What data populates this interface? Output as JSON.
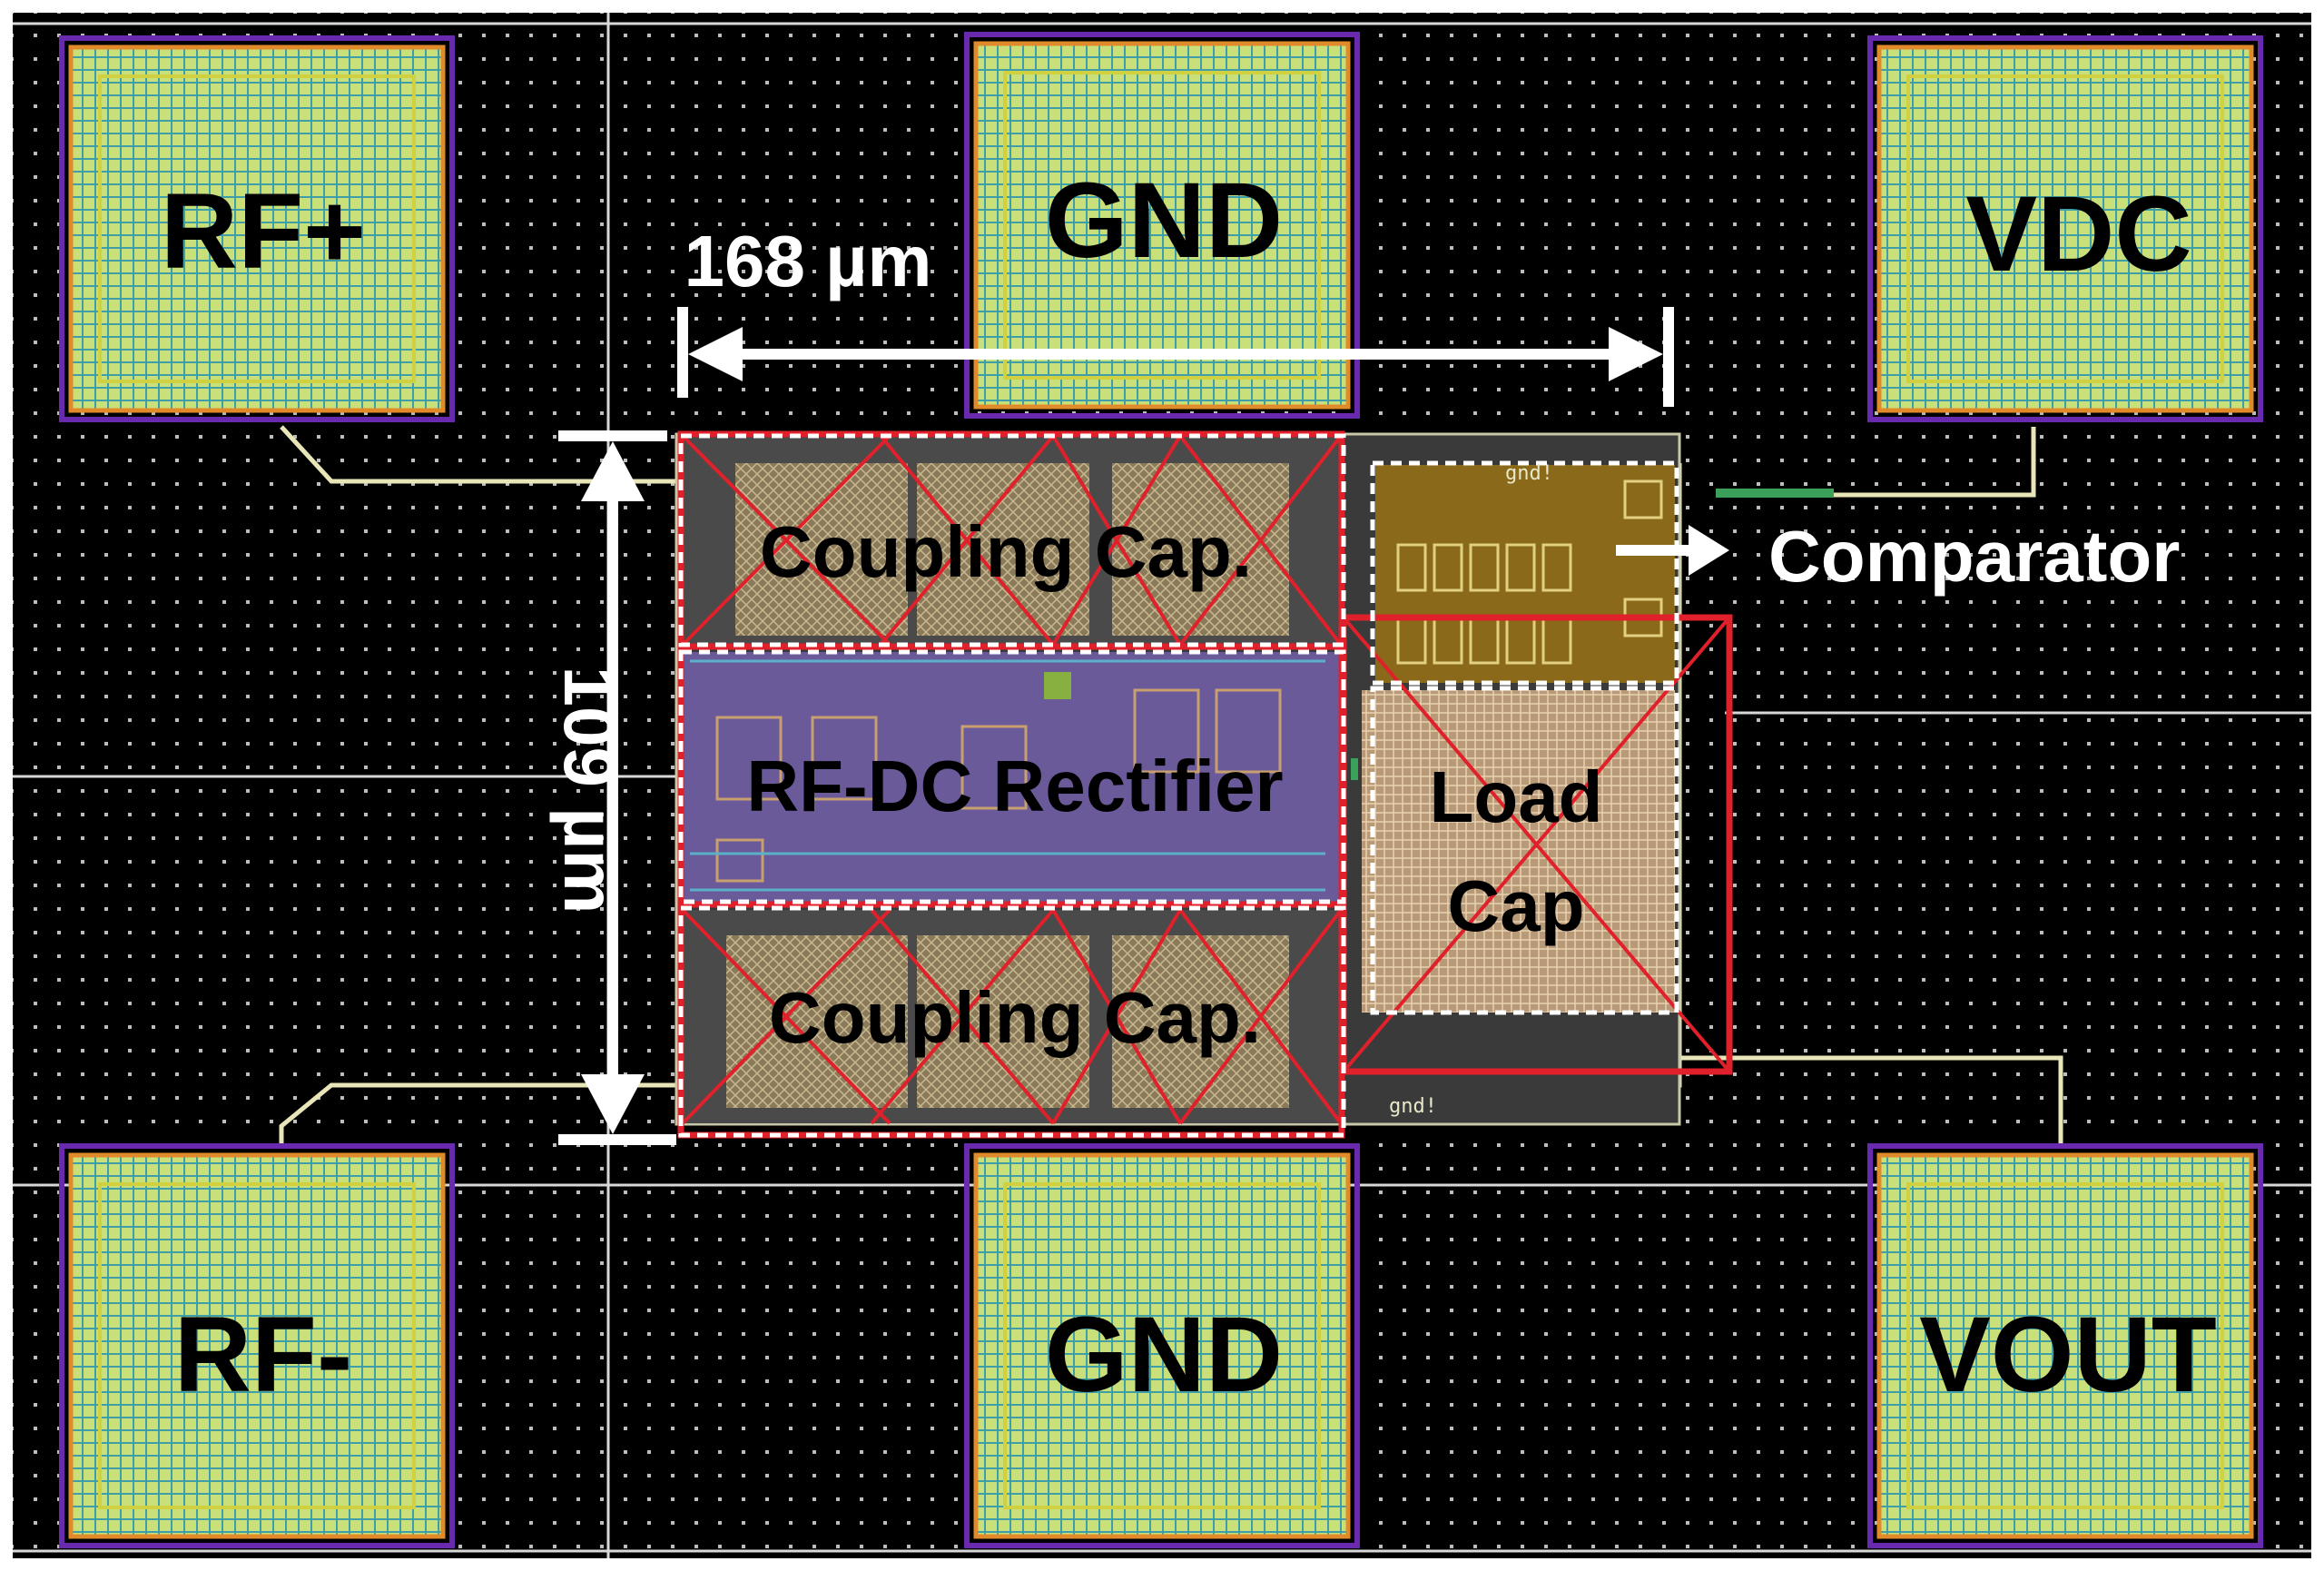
{
  "pads": {
    "rf_plus": "RF+",
    "gnd_top": "GND",
    "vdc": "VDC",
    "rf_minus": "RF-",
    "gnd_bottom": "GND",
    "vout": "VOUT"
  },
  "blocks": {
    "coupling_cap_top": "Coupling Cap.",
    "rectifier": "RF-DC Rectifier",
    "coupling_cap_bottom": "Coupling Cap.",
    "load_cap_line1": "Load",
    "load_cap_line2": "Cap",
    "comparator": "Comparator"
  },
  "dimensions": {
    "width": "168 µm",
    "height": "109 µm"
  },
  "net_labels": {
    "gnd_top": "gnd!",
    "gnd_bottom": "gnd!"
  },
  "colors": {
    "background": "#000000",
    "pad_fill": "#c9e07a",
    "pad_grid": "#2f8f9f",
    "highlight_box": "#e0202a",
    "dashed_outline": "#ffffff",
    "rectifier_fill": "#6a5a9a",
    "comparator_fill": "#8a6a1a"
  }
}
